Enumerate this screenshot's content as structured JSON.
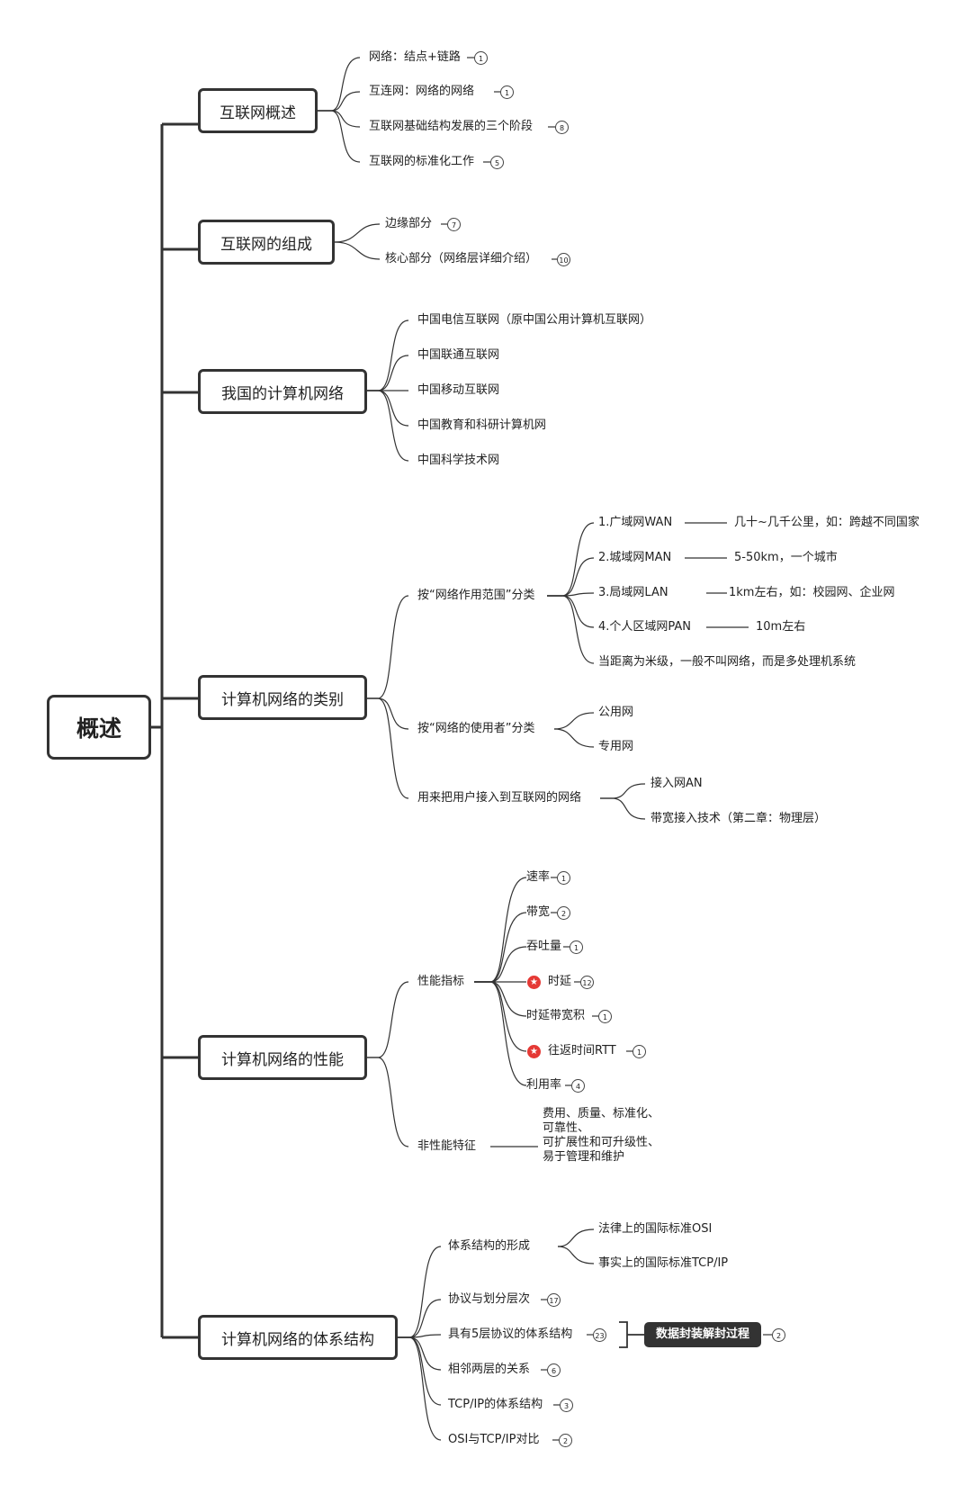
{
  "root": "概述",
  "branches": {
    "b1": {
      "title": "互联网概述",
      "items": [
        {
          "label": "网络：结点+链路",
          "count": "1"
        },
        {
          "label": "互连网：网络的网络",
          "count": "1"
        },
        {
          "label": "互联网基础结构发展的三个阶段",
          "count": "8"
        },
        {
          "label": "互联网的标准化工作",
          "count": "5"
        }
      ]
    },
    "b2": {
      "title": "互联网的组成",
      "items": [
        {
          "label": "边缘部分",
          "count": "7"
        },
        {
          "label": "核心部分（网络层详细介绍）",
          "count": "10"
        }
      ]
    },
    "b3": {
      "title": "我国的计算机网络",
      "items": [
        {
          "label": "中国电信互联网（原中国公用计算机互联网）"
        },
        {
          "label": "中国联通互联网"
        },
        {
          "label": "中国移动互联网"
        },
        {
          "label": "中国教育和科研计算机网"
        },
        {
          "label": "中国科学技术网"
        }
      ]
    },
    "b4": {
      "title": "计算机网络的类别",
      "range": {
        "label": "按“网络作用范围”分类",
        "items": [
          {
            "label": "1.广域网WAN",
            "desc": "几十~几千公里，如：跨越不同国家"
          },
          {
            "label": "2.城域网MAN",
            "desc": "5-50km，一个城市"
          },
          {
            "label": "3.局域网LAN",
            "desc": "1km左右，如：校园网、企业网"
          },
          {
            "label": "4.个人区域网PAN",
            "desc": "10m左右"
          },
          {
            "label": "当距离为米级，一般不叫网络，而是多处理机系统"
          }
        ]
      },
      "user": {
        "label": "按“网络的使用者”分类",
        "items": [
          {
            "label": "公用网"
          },
          {
            "label": "专用网"
          }
        ]
      },
      "access": {
        "label": "用来把用户接入到互联网的网络",
        "items": [
          {
            "label": "接入网AN"
          },
          {
            "label": "带宽接入技术（第二章：物理层）"
          }
        ]
      }
    },
    "b5": {
      "title": "计算机网络的性能",
      "perf": {
        "label": "性能指标",
        "items": [
          {
            "label": "速率",
            "count": "1"
          },
          {
            "label": "带宽",
            "count": "2"
          },
          {
            "label": "吞吐量",
            "count": "1"
          },
          {
            "label": "时延",
            "count": "12",
            "starred": true
          },
          {
            "label": "时延带宽积",
            "count": "1"
          },
          {
            "label": "往返时间RTT",
            "count": "1",
            "starred": true
          },
          {
            "label": "利用率",
            "count": "4"
          }
        ]
      },
      "nonperf": {
        "label": "非性能特征",
        "desc": [
          "费用、质量、标准化、",
          "可靠性、",
          "可扩展性和可升级性、",
          "易于管理和维护"
        ]
      }
    },
    "b6": {
      "title": "计算机网络的体系结构",
      "formation": {
        "label": "体系结构的形成",
        "items": [
          {
            "label": "法律上的国际标准OSI"
          },
          {
            "label": "事实上的国际标准TCP/IP"
          }
        ]
      },
      "items": [
        {
          "label": "协议与划分层次",
          "count": "17"
        },
        {
          "label": "具有5层协议的体系结构",
          "count": "23",
          "summary": {
            "label": "数据封装解封过程",
            "count": "2"
          }
        },
        {
          "label": "相邻两层的关系",
          "count": "6"
        },
        {
          "label": "TCP/IP的体系结构",
          "count": "3"
        },
        {
          "label": "OSI与TCP/IP对比",
          "count": "2"
        }
      ]
    }
  },
  "colors": {
    "line": "#333333",
    "star": "#e53935",
    "tag_bg": "#333333"
  }
}
